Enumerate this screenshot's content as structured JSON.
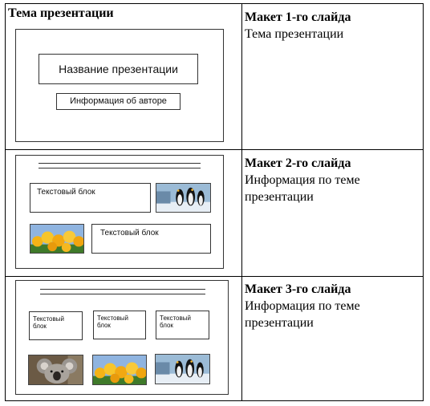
{
  "header": {
    "left_title": "Тема презентации"
  },
  "rows": [
    {
      "layout_title": "Макет 1-го слайда",
      "layout_desc": "Тема презентации",
      "slide": {
        "title_box": "Название презентации",
        "author_box": "Информация об авторе"
      }
    },
    {
      "layout_title": "Макет 2-го слайда",
      "layout_desc": "Информация по теме презентации",
      "slide": {
        "text_block_1": "Текстовый блок",
        "text_block_2": "Текстовый блок",
        "images": [
          "penguins",
          "tulips"
        ]
      }
    },
    {
      "layout_title": "Макет 3-го слайда",
      "layout_desc": "Информация по теме презентации",
      "slide": {
        "text_block_1": "Текстовый блок",
        "text_block_2": "Текстовый блок",
        "text_block_3": "Текстовый блок",
        "images": [
          "koala",
          "tulips",
          "penguins"
        ]
      }
    }
  ]
}
